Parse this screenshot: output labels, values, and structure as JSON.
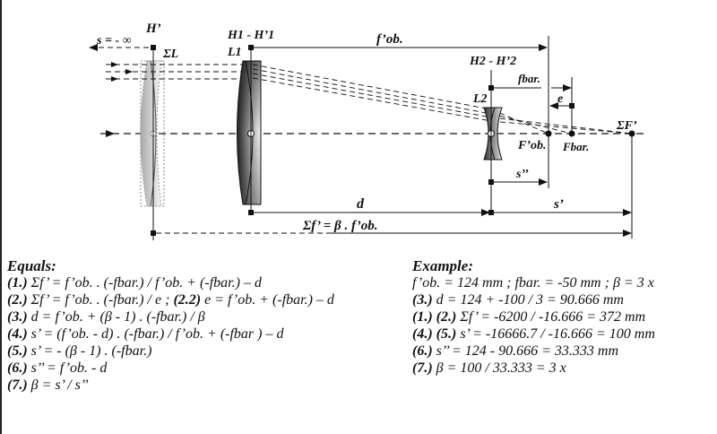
{
  "diagram": {
    "labels": {
      "h_prime": "H’",
      "sigma_l": "ΣL",
      "s_inf": "s = - ∞",
      "h1": "H1 - H’1",
      "l1": "L1",
      "f_ob": "f’ob.",
      "h2": "H2 - H’2",
      "l2": "L2",
      "f_bar": "fbar.",
      "e": "e",
      "f_ob_point": "F’ob.",
      "f_bar_point": "Fbar.",
      "sigma_f_point": "ΣF’",
      "s_double": "s’’",
      "d": "d",
      "s_prime": "s’",
      "sigma_f_eq": "Σf’ = β . f’ob."
    },
    "colors": {
      "line": "#111111",
      "lens_dark": "#333333",
      "lens_light": "#f2f2f2"
    }
  },
  "equals": {
    "title": "Equals:",
    "rows": [
      {
        "num": "(1.)",
        "text": "Σf’  = f’ob. . (-fbar.) / f’ob. + (-fbar.) – d"
      },
      {
        "num": "(2.)",
        "text": "Σf’  = f’ob. . (-fbar.) / e  ;",
        "num2": "(2.2)",
        "text2": "e = f’ob. + (-fbar.) – d"
      },
      {
        "num": "(3.)",
        "text": "d = f’ob. + (β - 1) . (-fbar.) / β"
      },
      {
        "num": "(4.)",
        "text": "s’ = (f’ob. - d) . (-fbar.) /  f’ob. + (-fbar ) – d"
      },
      {
        "num": "(5.)",
        "text": "s’ = - (β - 1) . (-fbar.)"
      },
      {
        "num": "(6.)",
        "text": "s’’ = f’ob. - d"
      },
      {
        "num": "(7.)",
        "text": "β =  s’ / s’’"
      }
    ]
  },
  "example": {
    "title": "Example:",
    "rows": [
      {
        "num": "",
        "text": "f’ob. = 124 mm ;  fbar. = -50 mm ; β = 3 x"
      },
      {
        "num": "(3.)",
        "text": "d  = 124 + -100 / 3 = 90.666 mm"
      },
      {
        "num": "(1.) (2.)",
        "text": "Σf’ = -6200 / -16.666 = 372 mm"
      },
      {
        "num": "(4.) (5.)",
        "text": "s’ =  -16666.7 / -16.666 = 100 mm"
      },
      {
        "num": "(6.)",
        "text": "s’’ = 124 - 90.666 = 33.333 mm"
      },
      {
        "num": "(7.)",
        "text": "β = 100 / 33.333 = 3 x"
      }
    ]
  }
}
